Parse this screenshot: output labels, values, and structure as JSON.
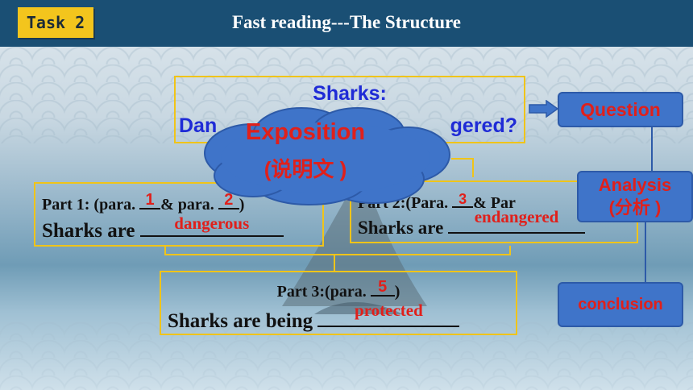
{
  "header": {
    "task_badge": "Task 2",
    "title": "Fast reading---The Structure"
  },
  "title_box": {
    "line1": "Sharks:",
    "line2_left": "Dan",
    "line2_right": "gered?"
  },
  "cloud": {
    "line1": "Exposition",
    "line2": "(说明文 )"
  },
  "part1": {
    "label_a": "Part 1: (para. ",
    "blank1": "1",
    "label_b": "& para. ",
    "blank2": "2",
    "label_c": ")",
    "line2": "Sharks are",
    "answer": "dangerous"
  },
  "part2": {
    "label_a": "Part 2:(Para. ",
    "blank1": "3",
    "label_b": "& Par",
    "line2": "Sharks are",
    "answer": "endangered"
  },
  "part3": {
    "label_a": "Part 3:(para. ",
    "blank1": "5",
    "label_c": ")",
    "line2": "Sharks are being",
    "answer": "protected"
  },
  "sidebar": {
    "question": "Question",
    "analysis_line1": "Analysis",
    "analysis_line2": "(分析 )",
    "conclusion": "conclusion"
  },
  "colors": {
    "header": "#1a4f74",
    "badge": "#f3c51d",
    "box_border": "#f0c419",
    "answer": "#e0201b",
    "blue_box": "#3f74c9",
    "title_blue": "#1f2bd6"
  }
}
